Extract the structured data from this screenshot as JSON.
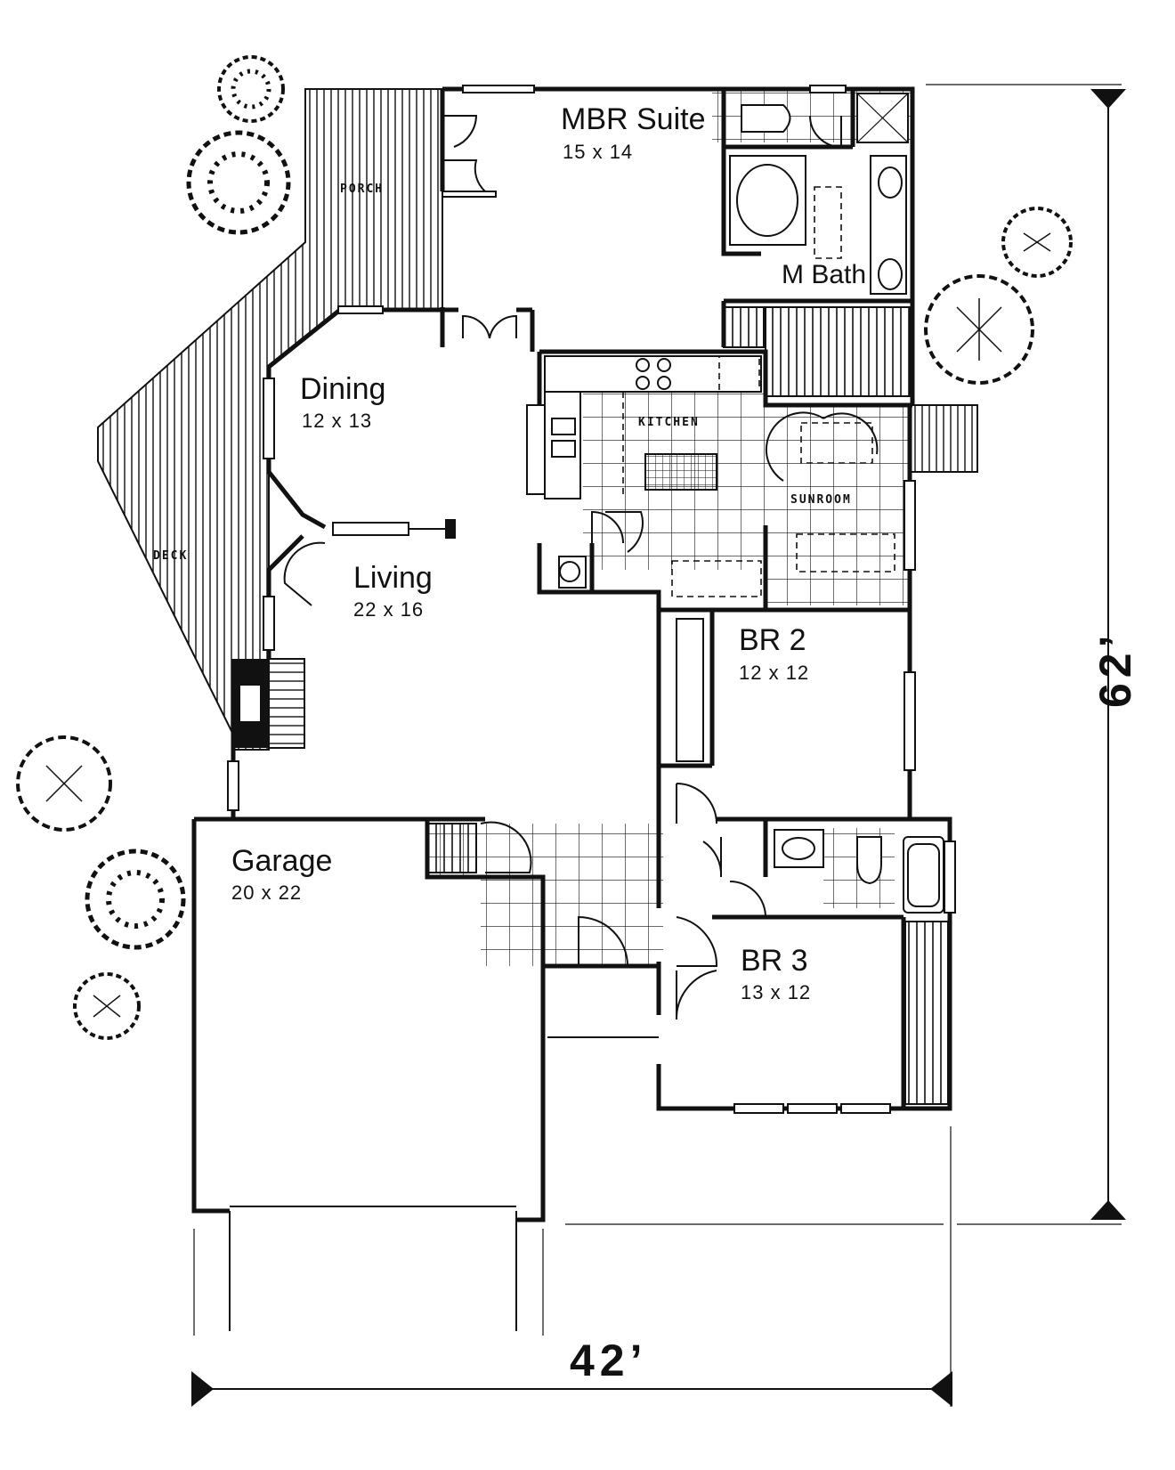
{
  "rooms": {
    "mbr": {
      "name": "MBR Suite",
      "dims": "15 x 14"
    },
    "mbath": {
      "name": "M Bath"
    },
    "dining": {
      "name": "Dining",
      "dims": "12 x 13"
    },
    "living": {
      "name": "Living",
      "dims": "22 x 16"
    },
    "kitchen": {
      "name": "KITCHEN"
    },
    "sunroom": {
      "name": "SUNROOM"
    },
    "br2": {
      "name": "BR 2",
      "dims": "12 x 12"
    },
    "br3": {
      "name": "BR 3",
      "dims": "13 x 12"
    },
    "garage": {
      "name": "Garage",
      "dims": "20 x 22"
    },
    "porch": {
      "name": "PORCH"
    },
    "deck": {
      "name": "DECK"
    }
  },
  "dimensions": {
    "width": "42’",
    "depth": "62’"
  }
}
